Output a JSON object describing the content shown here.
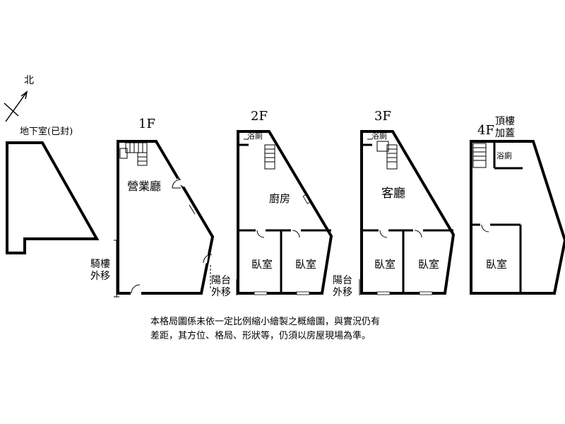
{
  "compass": {
    "north_label": "北"
  },
  "basement": {
    "label": "地下室(已封)"
  },
  "floor1": {
    "label": "1F",
    "hall": "營業廳",
    "arcade_line1": "騎樓",
    "arcade_line2": "外移"
  },
  "floor2": {
    "label": "2F",
    "bath": "浴廁",
    "kitchen": "廚房",
    "bedroom_left": "臥室",
    "bedroom_right": "臥室",
    "balcony_line1": "陽台",
    "balcony_line2": "外移"
  },
  "floor3": {
    "label": "3F",
    "bath": "浴廁",
    "living": "客廳",
    "bedroom_left": "臥室",
    "bedroom_right": "臥室",
    "balcony_line1": "陽台",
    "balcony_line2": "外移"
  },
  "floor4": {
    "label": "4F",
    "rooftop_line1": "頂樓",
    "rooftop_line2": "加蓋",
    "bath": "浴廁",
    "bedroom": "臥室"
  },
  "disclaimer": "本格局圖係未依一定比例縮小繪製之概繪圖，與實況仍有差距，其方位、格局、形狀等，仍須以房屋現場為準。"
}
